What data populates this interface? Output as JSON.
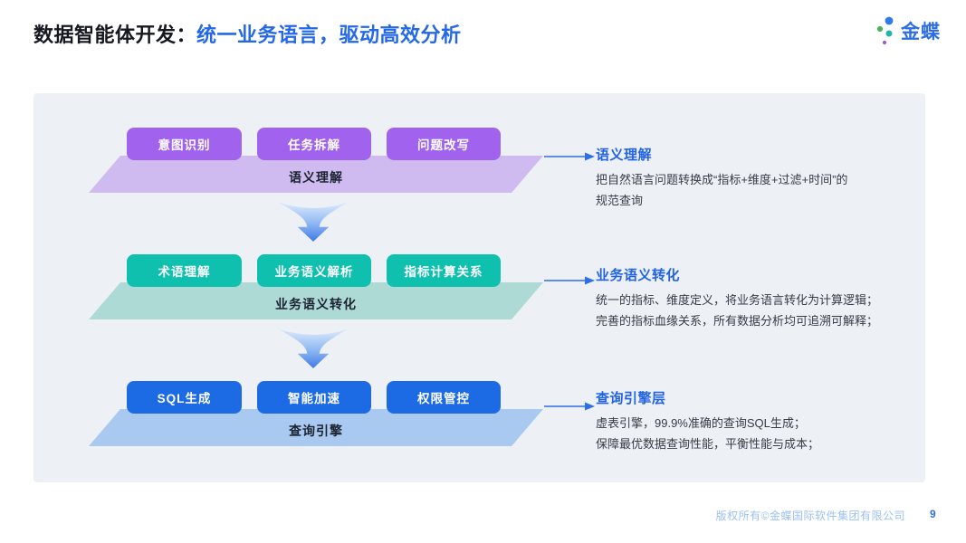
{
  "header": {
    "title_black": "数据智能体开发：",
    "title_blue": "统一业务语言，驱动高效分析",
    "logo_text": "金蝶"
  },
  "colors": {
    "accent_blue": "#2468e8",
    "purple_chip": "#a162ee",
    "purple_platform": "#cfbbf0",
    "teal_chip": "#0fc0ae",
    "teal_platform": "#aedad6",
    "blue_chip": "#1d6ae5",
    "blue_platform": "#aac9f1",
    "panel_bg": "#edf1f6",
    "connector": "#2f6fe4",
    "footer_text": "#9cc0f1"
  },
  "layers": [
    {
      "label": "语义理解",
      "boxes": [
        "意图识别",
        "任务拆解",
        "问题改写"
      ],
      "desc_title": "语义理解",
      "desc_lines": [
        "把自然语言问题转换成“指标+维度+过滤+时间”的",
        "规范查询"
      ]
    },
    {
      "label": "业务语义转化",
      "boxes": [
        "术语理解",
        "业务语义解析",
        "指标计算关系"
      ],
      "desc_title": "业务语义转化",
      "desc_lines": [
        "统一的指标、维度定义，将业务语言转化为计算逻辑；",
        "完善的指标血缘关系，所有数据分析均可追溯可解释；"
      ]
    },
    {
      "label": "查询引擎",
      "boxes": [
        "SQL生成",
        "智能加速",
        "权限管控"
      ],
      "desc_title": "查询引擎层",
      "desc_lines": [
        "虚表引擎，99.9%准确的查询SQL生成；",
        "保障最优数据查询性能，平衡性能与成本；"
      ]
    }
  ],
  "footer": {
    "copyright": "版权所有©金蝶国际软件集团有限公司",
    "page": "9"
  }
}
